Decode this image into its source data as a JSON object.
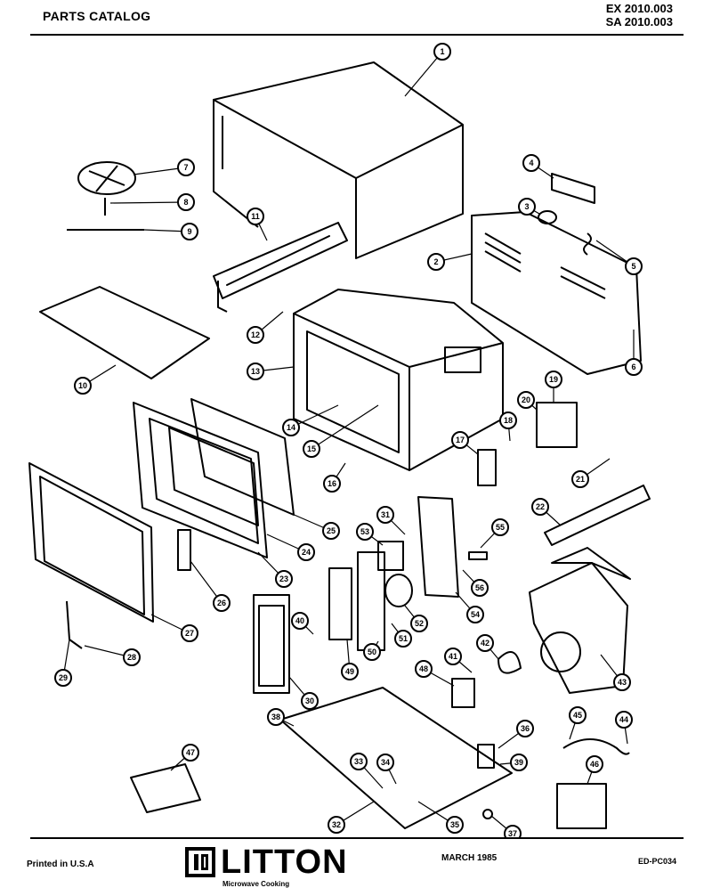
{
  "header": {
    "title": "PARTS CATALOG",
    "model_ex": "EX 2010.003",
    "model_sa": "SA 2010.003"
  },
  "footer": {
    "printed": "Printed in U.S.A",
    "brand": "LITTON",
    "brand_sub": "Microwave Cooking",
    "date": "MARCH 1985",
    "code": "ED-PC034"
  },
  "callouts": [
    "1",
    "2",
    "3",
    "4",
    "5",
    "6",
    "7",
    "8",
    "9",
    "10",
    "11",
    "12",
    "13",
    "14",
    "15",
    "16",
    "17",
    "18",
    "19",
    "20",
    "21",
    "22",
    "23",
    "24",
    "25",
    "26",
    "27",
    "28",
    "29",
    "30",
    "31",
    "32",
    "33",
    "34",
    "35",
    "36",
    "37",
    "38",
    "39",
    "40",
    "41",
    "42",
    "43",
    "44",
    "45",
    "46",
    "47",
    "48",
    "49",
    "50",
    "51",
    "52",
    "53",
    "54",
    "55",
    "56"
  ]
}
